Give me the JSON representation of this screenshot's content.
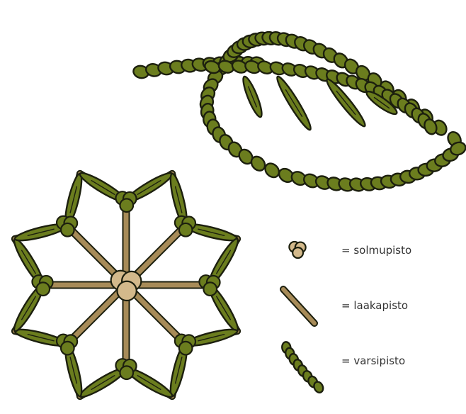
{
  "colors": {
    "stem_fill": "#6b7d1e",
    "outline": "#1c1f0e",
    "straight_fill": "#a78b58",
    "knot_fill": "#d3b98b",
    "text": "#333333"
  },
  "legend": [
    {
      "icon": "french-knot-icon",
      "label": "= solmupisto"
    },
    {
      "icon": "straight-stitch-icon",
      "label": "= laakapisto"
    },
    {
      "icon": "stem-stitch-icon",
      "label": "= varsipisto"
    }
  ]
}
